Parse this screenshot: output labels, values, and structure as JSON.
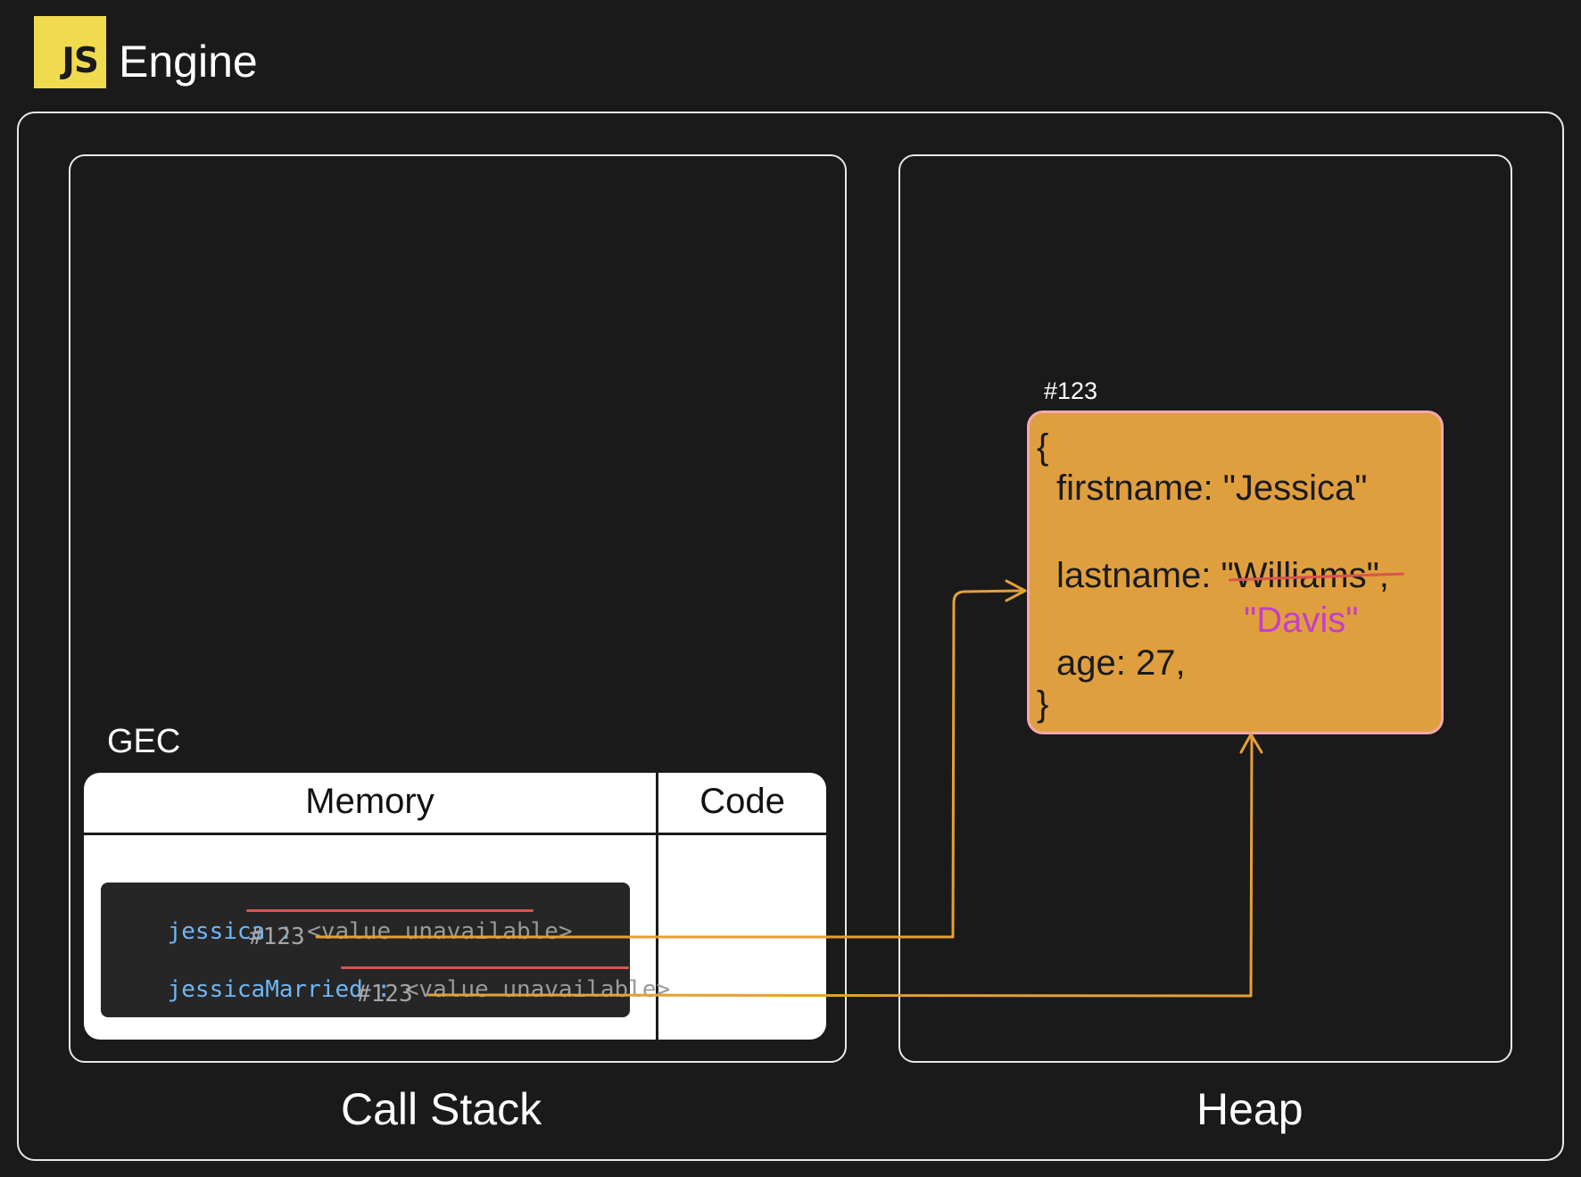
{
  "header": {
    "logo_text": "JS",
    "title": "Engine",
    "logo_color": "#f0db4f"
  },
  "labels": {
    "call_stack": "Call Stack",
    "heap": "Heap",
    "gec": "GEC"
  },
  "gec_table": {
    "memory_header": "Memory",
    "code_header": "Code"
  },
  "memory": {
    "rows": [
      {
        "name": "jessica",
        "separator": " : ",
        "old_value": "<value unavailable>",
        "new_value": "#123"
      },
      {
        "name": "jessicaMarried",
        "separator": " : ",
        "old_value": "<value unavailable>",
        "new_value": "#123"
      }
    ]
  },
  "heap_object": {
    "address": "#123",
    "open_brace": "{",
    "close_brace": "}",
    "firstname_line": "firstname: \"Jessica\"",
    "lastname_key": "lastname: ",
    "lastname_old": "\"Williams\"",
    "lastname_comma": ",",
    "lastname_new": "\"Davis\"",
    "age_line": "age: 27,",
    "fill_color": "#e09f3e",
    "border_color": "#f2a8b0",
    "new_value_color": "#c43fc7"
  },
  "colors": {
    "background": "#1a1a1a",
    "arrow": "#e5a035",
    "strike": "#d9534f",
    "variable": "#6fb6f5"
  }
}
